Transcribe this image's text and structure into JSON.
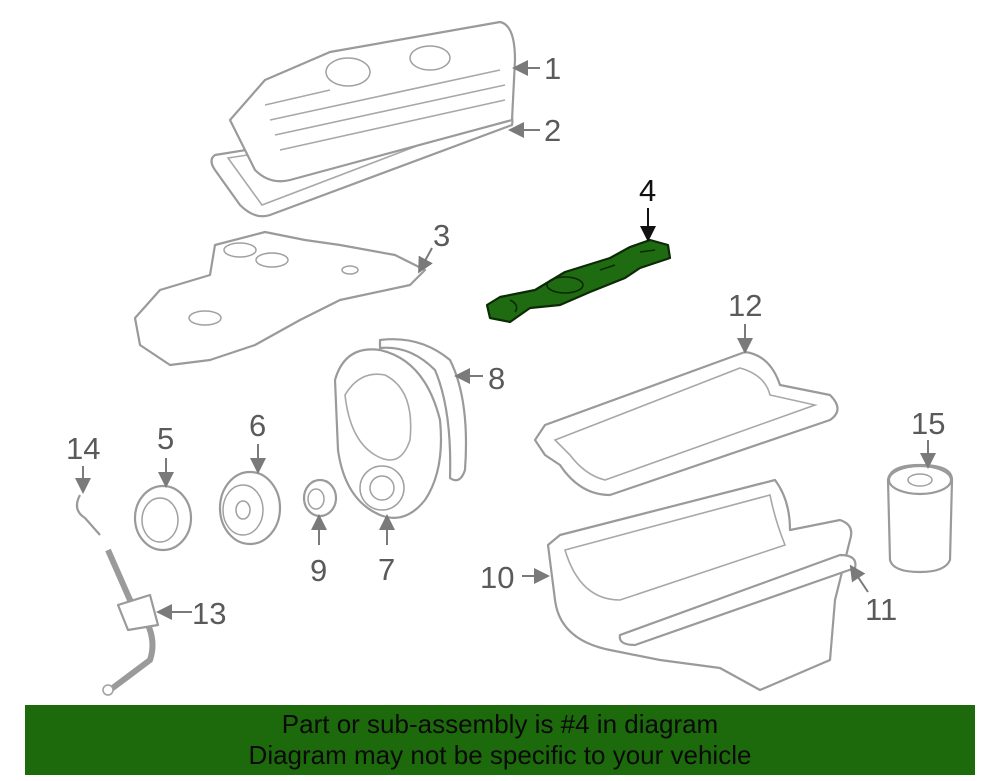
{
  "callouts": [
    {
      "label": "1"
    },
    {
      "label": "2"
    },
    {
      "label": "3"
    },
    {
      "label": "4"
    },
    {
      "label": "5"
    },
    {
      "label": "6"
    },
    {
      "label": "7"
    },
    {
      "label": "8"
    },
    {
      "label": "9"
    },
    {
      "label": "10"
    },
    {
      "label": "11"
    },
    {
      "label": "12"
    },
    {
      "label": "13"
    },
    {
      "label": "14"
    },
    {
      "label": "15"
    }
  ],
  "highlight_part": "4",
  "colors": {
    "highlight": "#1f6b12",
    "banner": "#1d6a0c",
    "outline": "#9a9a9a"
  },
  "banner": {
    "line1": "Part or sub-assembly is #4 in diagram",
    "line2": "Diagram may not be specific to your vehicle"
  }
}
